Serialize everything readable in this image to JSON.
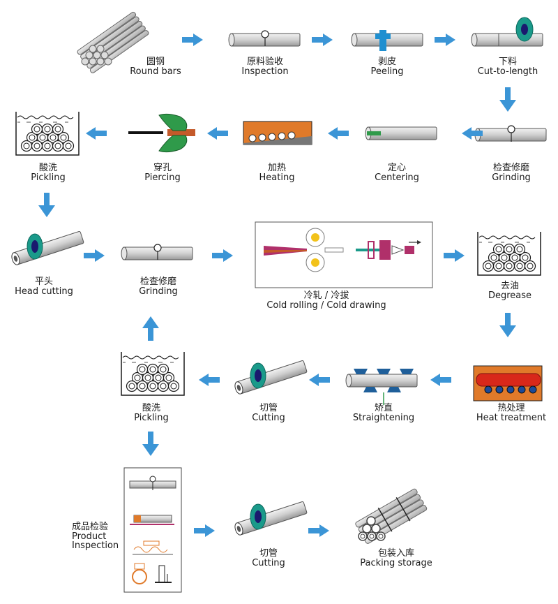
{
  "colors": {
    "arrow": "#3b95d6",
    "tube": "#cfcfcf",
    "tube_dark": "#8a8a8a",
    "blade": "#1a9a8a",
    "blade_center": "#1a1a6e",
    "clamp": "#1f8fd0",
    "die_green": "#2f9a4a",
    "piercer_rod": "#c45a2a",
    "furnace_orange": "#e07a2a",
    "heat_red": "#d8281a",
    "roll_yellow": "#f2c21a",
    "cold_purple": "#b0306a",
    "liquid_line": "#1a1a1a"
  },
  "steps": {
    "round_bars": {
      "zh": "圆钢",
      "en": "Round bars"
    },
    "inspection": {
      "zh": "原料验收",
      "en": "Inspection"
    },
    "peeling": {
      "zh": "剥皮",
      "en": "Peeling"
    },
    "cut_to_length": {
      "zh": "下料",
      "en": "Cut-to-length"
    },
    "grinding_1": {
      "zh": "检查修磨",
      "en": "Grinding"
    },
    "centering": {
      "zh": "定心",
      "en": "Centering"
    },
    "heating": {
      "zh": "加热",
      "en": "Heating"
    },
    "piercing": {
      "zh": "穿孔",
      "en": "Piercing"
    },
    "pickling_1": {
      "zh": "酸洗",
      "en": "Pickling"
    },
    "head_cutting": {
      "zh": "平头",
      "en": "Head cutting"
    },
    "grinding_2": {
      "zh": "检查修磨",
      "en": "Grinding"
    },
    "cold_rolling": {
      "zh": "冷轧 / 冷拔",
      "en": "Cold rolling / Cold drawing"
    },
    "degrease": {
      "zh": "去油",
      "en": "Degrease"
    },
    "heat_treatment": {
      "zh": "热处理",
      "en": "Heat treatment"
    },
    "straightening": {
      "zh": "矫直",
      "en": "Straightening"
    },
    "cutting_1": {
      "zh": "切管",
      "en": "Cutting"
    },
    "pickling_2": {
      "zh": "酸洗",
      "en": "Pickling"
    },
    "product_inspection": {
      "zh": "成品检验",
      "en_1": "Product",
      "en_2": "Inspection"
    },
    "cutting_2": {
      "zh": "切管",
      "en": "Cutting"
    },
    "packing_storage": {
      "zh": "包装入库",
      "en": "Packing storage"
    }
  }
}
